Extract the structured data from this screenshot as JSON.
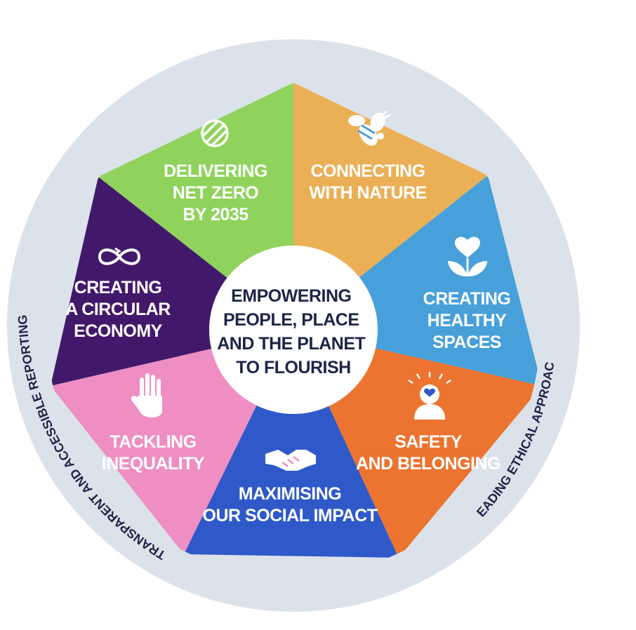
{
  "colors": {
    "ring": "#dce2ea",
    "center": "#ffffff",
    "text_dark": "#1c2548",
    "text_light": "#ffffff"
  },
  "center": {
    "lines": [
      "EMPOWERING",
      "PEOPLE, PLACE",
      "AND THE PLANET",
      "TO FLOURISH"
    ]
  },
  "outer_ring": {
    "left": "TRANSPARENT AND ACCESSIBLE REPORTING",
    "right": "LEADING ETHICAL APPROACH"
  },
  "segments": [
    {
      "id": "net-zero",
      "color": "#ebaf56",
      "icon": "globe-icon",
      "lines": [
        "DELIVERING",
        "NET ZERO",
        "BY 2035"
      ]
    },
    {
      "id": "nature",
      "color": "#47a0da",
      "icon": "bee-icon",
      "lines": [
        "CONNECTING",
        "WITH NATURE"
      ]
    },
    {
      "id": "healthy-spaces",
      "color": "#ec7430",
      "icon": "heart-plant-icon",
      "lines": [
        "CREATING",
        "HEALTHY",
        "SPACES"
      ]
    },
    {
      "id": "safety",
      "color": "#2f59c9",
      "icon": "person-heart-icon",
      "lines": [
        "SAFETY",
        "AND BELONGING"
      ]
    },
    {
      "id": "social-impact",
      "color": "#ee8ec2",
      "icon": "handshake-icon",
      "lines": [
        "MAXIMISING",
        "OUR SOCIAL IMPACT"
      ]
    },
    {
      "id": "inequality",
      "color": "#42196a",
      "icon": "raised-hand-icon",
      "lines": [
        "TACKLING",
        "INEQUALITY"
      ]
    },
    {
      "id": "circular-economy",
      "color": "#8fd35c",
      "icon": "infinity-icon",
      "lines": [
        "CREATING",
        "A CIRCULAR",
        "ECONOMY"
      ]
    }
  ]
}
